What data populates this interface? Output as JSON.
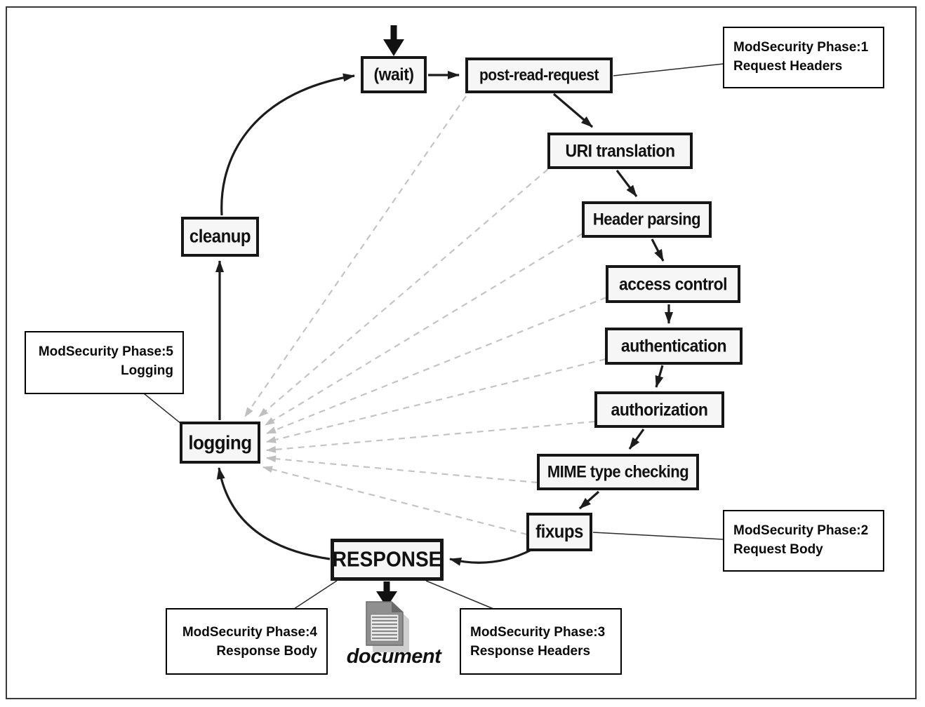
{
  "nodes": {
    "wait": {
      "label": "(wait)"
    },
    "post_read_request": {
      "label": "post-read-request"
    },
    "uri_translation": {
      "label": "URI translation"
    },
    "header_parsing": {
      "label": "Header parsing"
    },
    "access_control": {
      "label": "access control"
    },
    "authentication": {
      "label": "authentication"
    },
    "authorization": {
      "label": "authorization"
    },
    "mime_type_checking": {
      "label": "MIME type checking"
    },
    "fixups": {
      "label": "fixups"
    },
    "response": {
      "label": "RESPONSE"
    },
    "logging": {
      "label": "logging"
    },
    "cleanup": {
      "label": "cleanup"
    },
    "document": {
      "label": "document"
    }
  },
  "annotations": {
    "phase1": {
      "line1": "ModSecurity Phase:1",
      "line2": "Request Headers"
    },
    "phase2": {
      "line1": "ModSecurity Phase:2",
      "line2": "Request Body"
    },
    "phase3": {
      "line1": "ModSecurity Phase:3",
      "line2": "Response Headers"
    },
    "phase4": {
      "line1": "ModSecurity Phase:4",
      "line2": "Response Body"
    },
    "phase5": {
      "line1": "ModSecurity Phase:5",
      "line2": "Logging"
    }
  },
  "colors": {
    "background": "#ffffff",
    "node_fill": "#f6f6f6",
    "node_border": "#161616",
    "arrow": "#1c1c1c",
    "dashed_line": "#c4c4c4",
    "document_page": "#8f8f8f",
    "document_shadow": "#cfcfcf"
  }
}
